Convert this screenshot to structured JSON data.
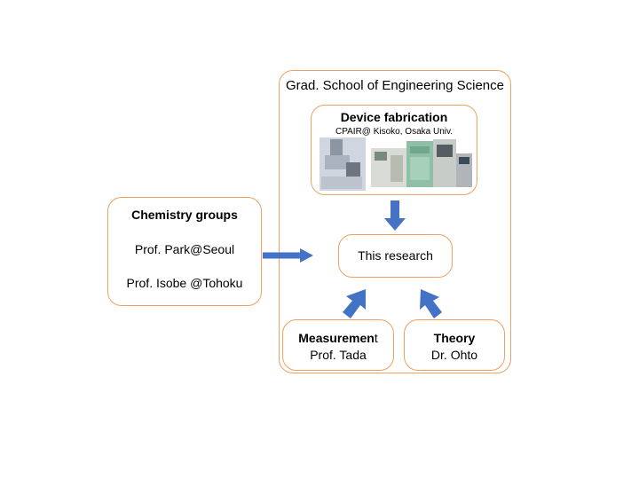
{
  "outer": {
    "title": "Grad. School of Engineering Science"
  },
  "device_fabrication": {
    "title": "Device fabrication",
    "subtitle": "CPAIR@ Kisoko, Osaka Univ.",
    "image": "lab-equipment-photos"
  },
  "this_research": {
    "label": "This research"
  },
  "chemistry": {
    "title": "Chemistry groups",
    "members": [
      "Prof. Park@Seoul",
      "Prof. Isobe @Tohoku"
    ]
  },
  "measurement": {
    "title_bold": "Measuremen",
    "title_rest": "t",
    "person": "Prof. Tada"
  },
  "theory": {
    "title": "Theory",
    "person": "Dr. Ohto"
  },
  "colors": {
    "border": "#f0a060",
    "arrow": "#4472c4"
  }
}
